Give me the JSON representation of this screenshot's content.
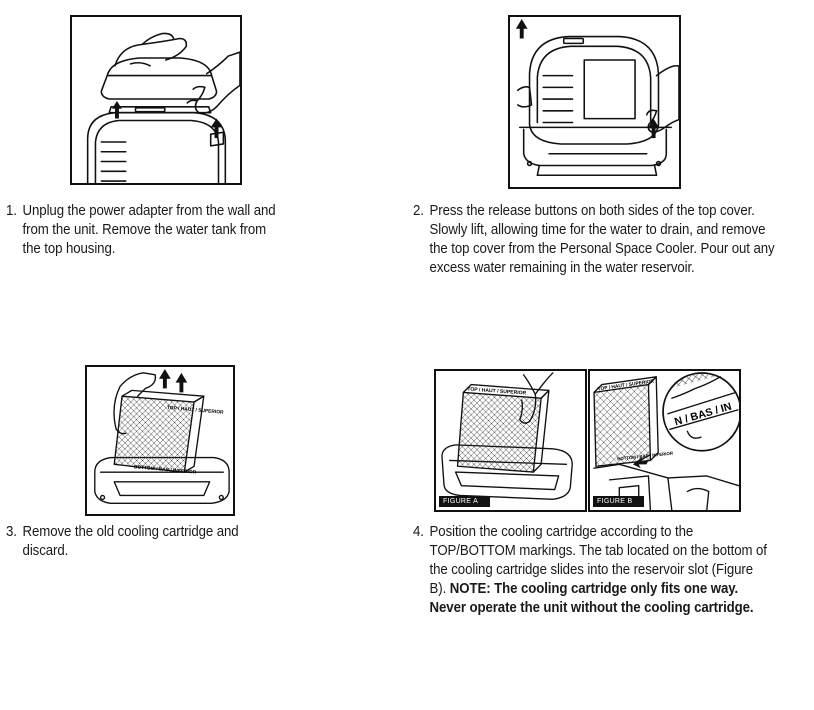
{
  "steps": [
    {
      "number": "1.",
      "text": "Unplug the power adapter from the wall and from the unit.  Remove the water tank from the top housing."
    },
    {
      "number": "2.",
      "text": "Press the release buttons on both sides of the top cover. Slowly lift, allowing time for the water to drain, and remove the top cover from the Personal Space Cooler.  Pour out any excess water remaining in the water reservoir."
    },
    {
      "number": "3.",
      "text": "Remove the old cooling cartridge and discard."
    },
    {
      "number": "4.",
      "text": "Position the cooling cartridge according to the TOP/BOTTOM markings. The tab located on the bottom of the cooling cartridge slides into the reservoir slot (Figure B).",
      "note": "NOTE: The cooling cartridge only fits one way. Never operate the unit without the cooling cartridge."
    }
  ],
  "figures": {
    "figure_a_label": "FIGURE A",
    "figure_b_label": "FIGURE B",
    "cartridge_top_label": "TOP / HAUT / SUPERIOR",
    "cartridge_bottom_label": "BOTTOM / BAS / INFERIOR",
    "zoom_label": "N / BAS / IN",
    "slot_label": "BOTTOM / BAS / INFERIOR"
  }
}
